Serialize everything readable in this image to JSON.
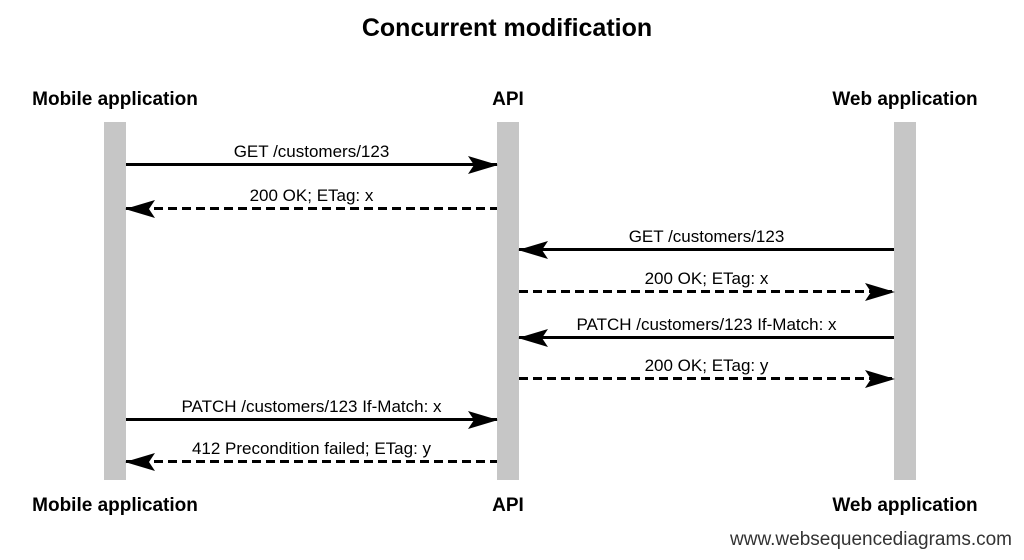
{
  "diagram": {
    "title": "Concurrent modification",
    "watermark": "www.websequencediagrams.com",
    "type": "uml-sequence-diagram"
  },
  "actors": [
    {
      "id": "mobile",
      "label": "Mobile application"
    },
    {
      "id": "api",
      "label": "API"
    },
    {
      "id": "web",
      "label": "Web application"
    }
  ],
  "messages": [
    {
      "from": "Mobile application",
      "to": "API",
      "label": "GET /customers/123",
      "line": "solid",
      "direction": "right"
    },
    {
      "from": "API",
      "to": "Mobile application",
      "label": "200 OK; ETag: x",
      "line": "dashed",
      "direction": "left"
    },
    {
      "from": "Web application",
      "to": "API",
      "label": "GET /customers/123",
      "line": "solid",
      "direction": "left"
    },
    {
      "from": "API",
      "to": "Web application",
      "label": "200 OK; ETag: x",
      "line": "dashed",
      "direction": "right"
    },
    {
      "from": "Web application",
      "to": "API",
      "label": "PATCH /customers/123 If-Match: x",
      "line": "solid",
      "direction": "left"
    },
    {
      "from": "API",
      "to": "Web application",
      "label": "200 OK; ETag: y",
      "line": "dashed",
      "direction": "right"
    },
    {
      "from": "Mobile application",
      "to": "API",
      "label": "PATCH /customers/123 If-Match: x",
      "line": "solid",
      "direction": "right"
    },
    {
      "from": "API",
      "to": "Mobile application",
      "label": "412 Precondition failed; ETag: y",
      "line": "dashed",
      "direction": "left"
    }
  ],
  "colors": {
    "background": "#ffffff",
    "lifeline_bar": "#c6c6c6",
    "line": "#000000",
    "text": "#000000",
    "watermark_text": "#333333"
  }
}
